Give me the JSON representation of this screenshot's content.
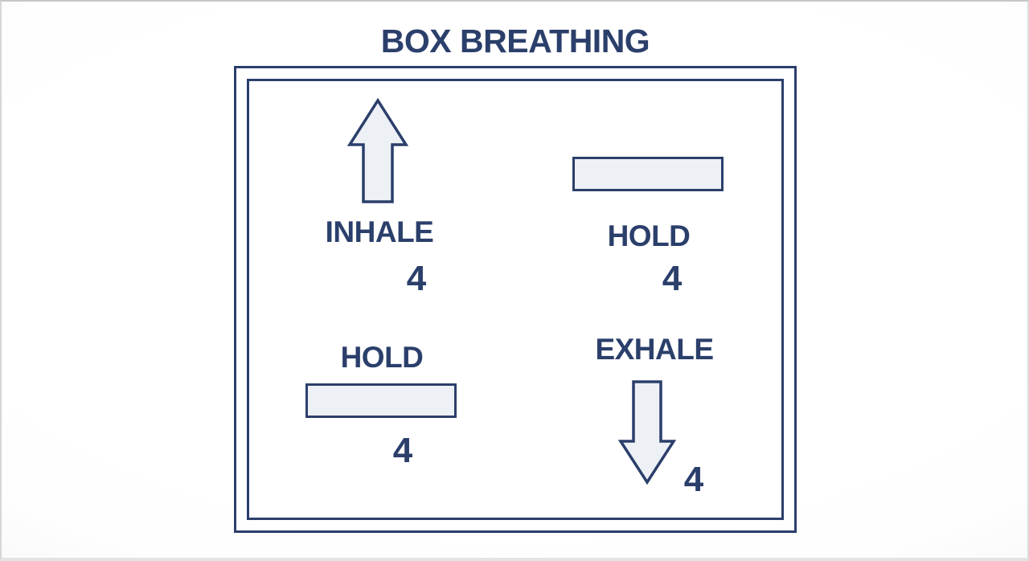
{
  "title": "BOX BREATHING",
  "colors": {
    "navy": "#2b3f6b",
    "shape_fill": "#edf0f5",
    "background": "#ffffff"
  },
  "quadrants": [
    {
      "name": "inhale",
      "label": "INHALE",
      "count": "4",
      "icon": "arrow-up-icon"
    },
    {
      "name": "hold-top",
      "label": "HOLD",
      "count": "4",
      "icon": "hold-bar-icon"
    },
    {
      "name": "hold-bottom",
      "label": "HOLD",
      "count": "4",
      "icon": "hold-bar-icon"
    },
    {
      "name": "exhale",
      "label": "EXHALE",
      "count": "4",
      "icon": "arrow-down-icon"
    }
  ]
}
